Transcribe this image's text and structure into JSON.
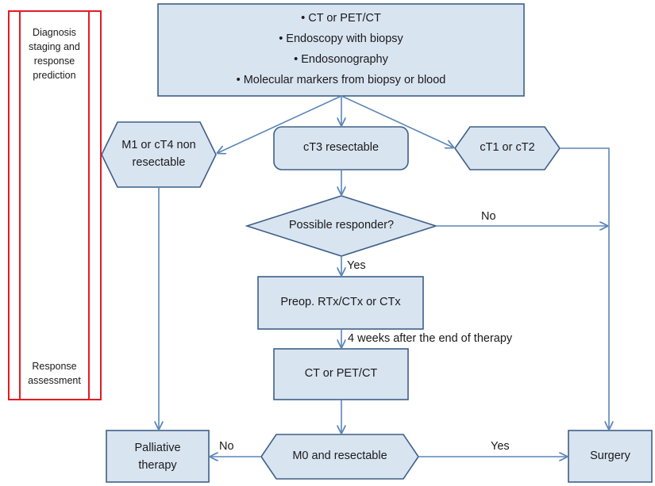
{
  "sidebar": {
    "top_label": [
      "Diagnosis",
      "staging and",
      "response",
      "prediction"
    ],
    "bottom_label": [
      "Response",
      "assessment"
    ]
  },
  "nodes": {
    "diagnostics": [
      "• CT or PET/CT",
      "• Endoscopy with biopsy",
      "• Endosonography",
      "• Molecular markers from biopsy or blood"
    ],
    "m1_ct4": [
      "M1 or cT4 non",
      "resectable"
    ],
    "ct3": "cT3 resectable",
    "ct1_ct2": "cT1 or cT2",
    "responder": "Possible responder?",
    "preop": "Preop. RTx/CTx or CTx",
    "ct_pet_2": "CT or PET/CT",
    "m0": "M0 and resectable",
    "palliative": [
      "Palliative",
      "therapy"
    ],
    "surgery": "Surgery"
  },
  "edges": {
    "no_responder": "No",
    "yes_responder": "Yes",
    "weeks_after": "4 weeks after the end of therapy",
    "no_m0": "No",
    "yes_m0": "Yes"
  },
  "colors": {
    "node_fill": "#d9e4f1",
    "node_stroke": "#3d5f87",
    "arrow": "#5b86b8",
    "sidebar_red": "#e31b23"
  }
}
